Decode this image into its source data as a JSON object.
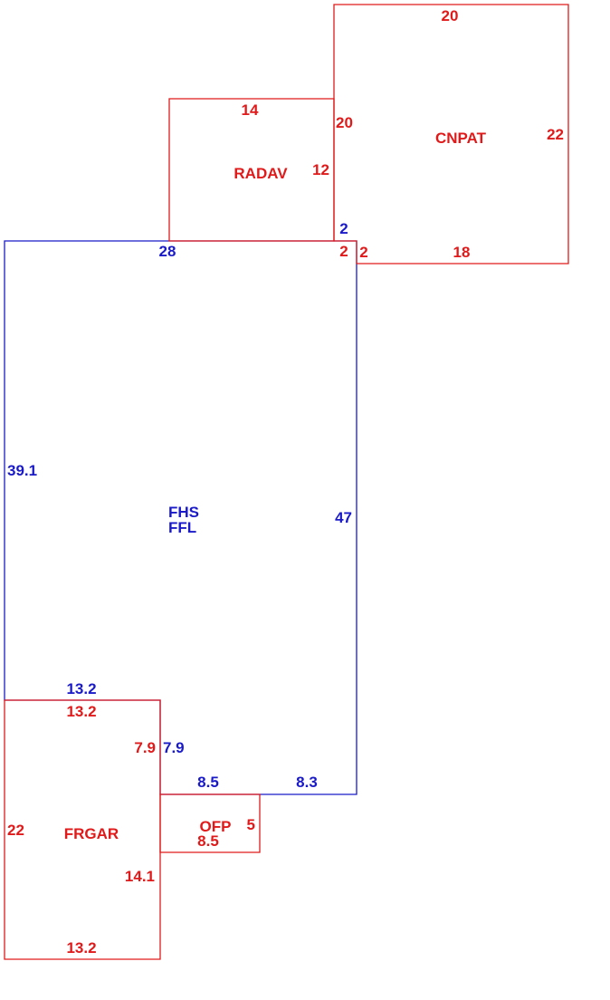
{
  "colors": {
    "main": "#1a1ac8",
    "addition": "#e01a1a"
  },
  "areas": {
    "fhs": {
      "names": [
        "FHS",
        "FFL"
      ],
      "dimensions": {
        "top": "28",
        "top_notch": "2",
        "left": "39.1",
        "right": "47",
        "bottom_left": "13.2",
        "bottom_mid": "8.5",
        "bottom_right": "8.3",
        "inner_step": "7.9"
      }
    },
    "radav": {
      "name": "RADAV",
      "dimensions": {
        "top": "14",
        "right": "12"
      }
    },
    "cnpat": {
      "name": "CNPAT",
      "dimensions": {
        "top": "20",
        "left": "20",
        "right": "22",
        "bottom": "18",
        "step_v": "2",
        "step_h": "2"
      }
    },
    "frgar": {
      "name": "FRGAR",
      "dimensions": {
        "top": "13.2",
        "right_upper": "7.9",
        "left": "22",
        "right_lower": "14.1",
        "bottom": "13.2"
      }
    },
    "ofp": {
      "name": "OFP",
      "dimensions": {
        "right": "5",
        "bottom": "8.5"
      }
    }
  }
}
